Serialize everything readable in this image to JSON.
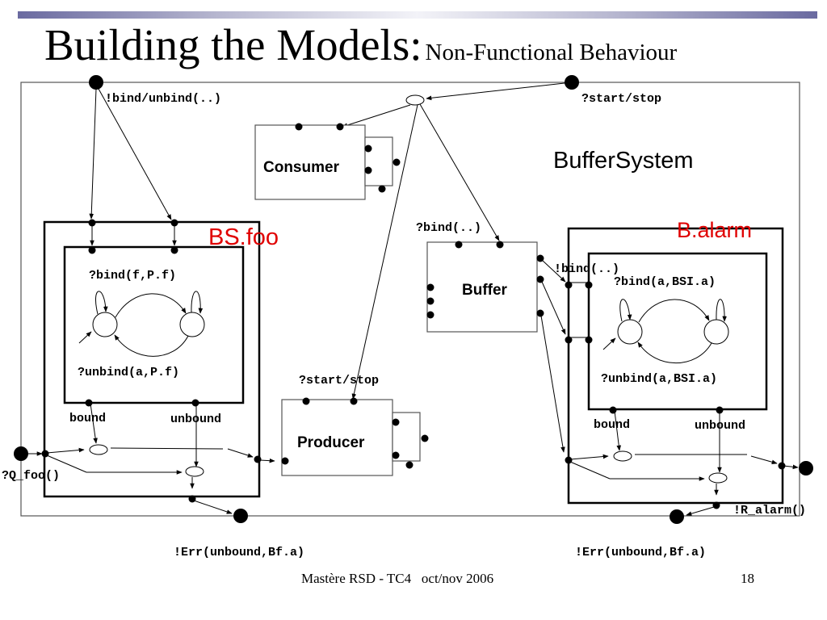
{
  "slide": {
    "title_main": "Building the Models:",
    "title_sub": "Non-Functional Behaviour",
    "footer_text": "Mastère RSD - TC4   oct/nov 2006",
    "page_number": "18"
  },
  "diagram": {
    "system_label": "BufferSystem",
    "components": {
      "consumer": "Consumer",
      "buffer": "Buffer",
      "producer": "Producer"
    },
    "controllers": {
      "left": "BS.foo",
      "right": "B.alarm"
    },
    "colors": {
      "controller_label": "#e00000",
      "line": "#000000"
    },
    "labels": {
      "bind_unbind": "!bind/unbind(..)",
      "start_stop_top": "?start/stop",
      "bind_buffer": "?bind(..)",
      "bind_out": "!bind(..)",
      "start_stop_producer": "?start/stop",
      "left_bind": "?bind(f,P.f)",
      "left_unbind": "?unbind(a,P.f)",
      "left_bound": "bound",
      "left_unbound": "unbound",
      "right_bind": "?bind(a,BSI.a)",
      "right_unbind": "?unbind(a,BSI.a)",
      "right_bound": "bound",
      "right_unbound": "unbound",
      "q_foo": "?Q_foo()",
      "r_alarm": "!R_alarm()",
      "err_left": "!Err(unbound,Bf.a)",
      "err_right": "!Err(unbound,Bf.a)"
    }
  }
}
